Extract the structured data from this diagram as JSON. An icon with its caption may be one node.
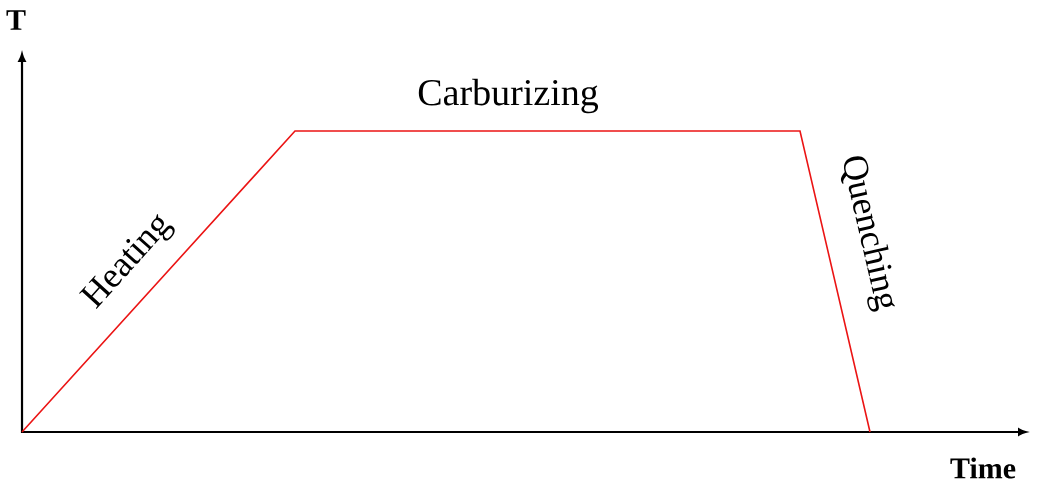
{
  "diagram": {
    "labels": [
      "T",
      "Carburizing",
      "Heating",
      "Quenching",
      "Time"
    ]
  }
}
